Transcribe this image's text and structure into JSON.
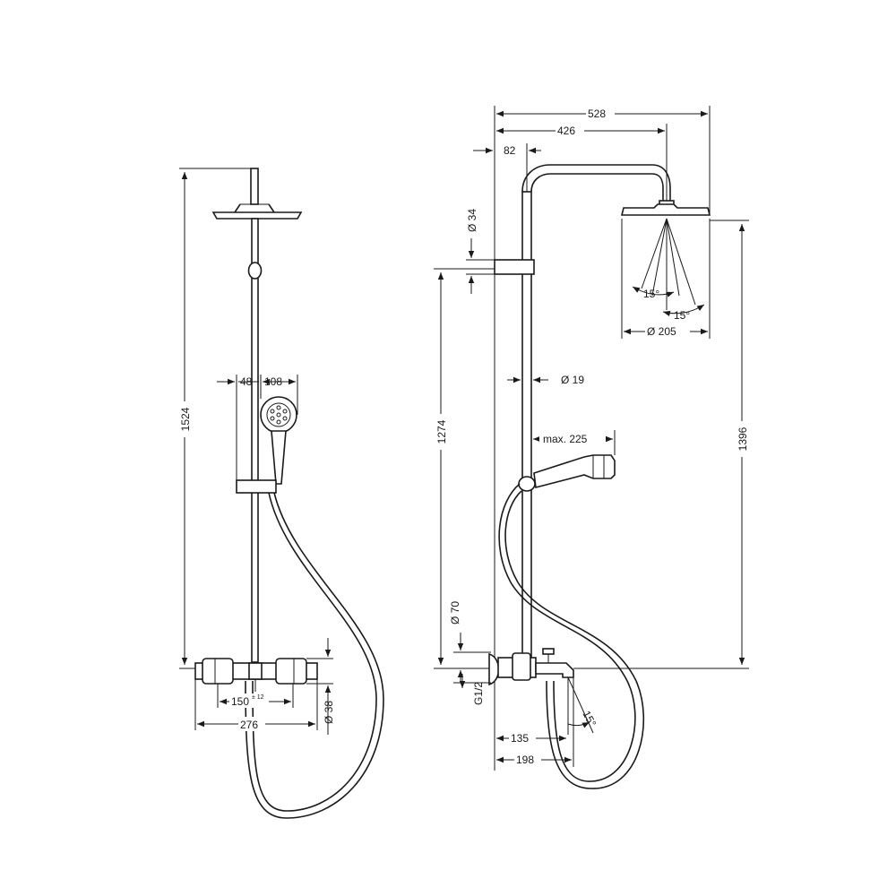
{
  "front_view": {
    "height_total": "1524",
    "hand_offset": "48",
    "hand_diameter": "108",
    "mixer_centres": "150",
    "mixer_centres_tol": "± 12",
    "mixer_width": "276",
    "mixer_diameter": "Ø 38"
  },
  "side_view": {
    "overall_projection": "528",
    "head_projection": "426",
    "wall_offset": "82",
    "holder_diameter": "Ø 34",
    "holder_height": "1274",
    "head_height": "1396",
    "spray_angle_left": "15°",
    "spray_angle_right": "15°",
    "head_diameter": "Ø 205",
    "rail_diameter": "Ø 19",
    "hand_max_reach": "max. 225",
    "escutcheon_diameter": "Ø 70",
    "inlet_thread": "G1/2",
    "spout_projection": "135",
    "spout_total": "198",
    "spout_angle": "15°"
  }
}
